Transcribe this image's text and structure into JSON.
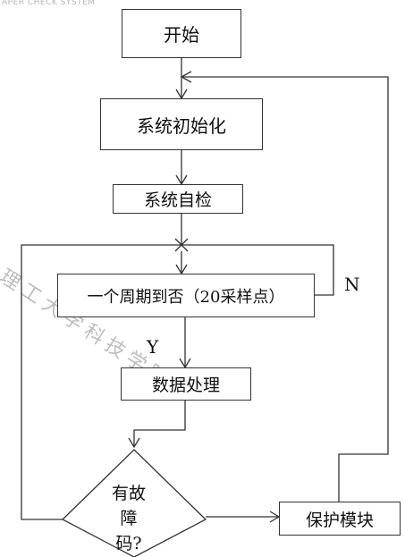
{
  "watermark": {
    "system_tag": "APER CHECK SYSTEM",
    "diagonal_text": "理工大学科技学院"
  },
  "nodes": {
    "start": "开始",
    "init": "系统初始化",
    "self_check": "系统自检",
    "period_check": "一个周期到否（20采样点）",
    "process": "数据处理",
    "fault_check": [
      "有故",
      "障",
      "码?"
    ],
    "protect": "保护模块"
  },
  "edge_labels": {
    "yes": "Y",
    "no": "N"
  },
  "colors": {
    "line": "#333333",
    "text": "#111111",
    "watermark": "#bdbdbd"
  }
}
